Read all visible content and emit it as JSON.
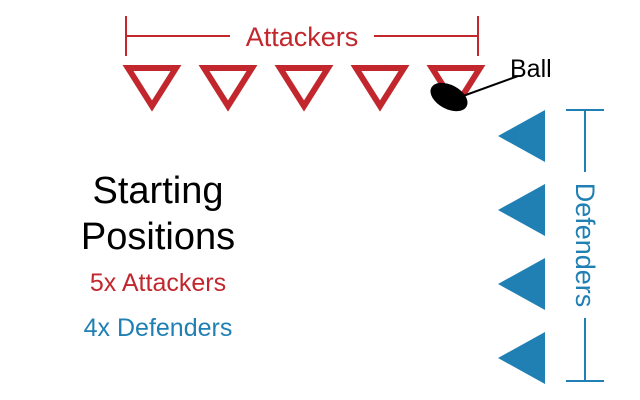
{
  "diagram": {
    "attackers_label": "Attackers",
    "defenders_label": "Defenders",
    "ball_label": "Ball",
    "title_lines": [
      "Starting",
      "Positions"
    ],
    "attacker_count_label": "5x Attackers",
    "defender_count_label": "4x Defenders",
    "attacker_count": 5,
    "defender_count": 4
  },
  "colors": {
    "attacker": "#c1272d",
    "defender": "#2080b4",
    "ball": "#000000",
    "text": "#000000"
  },
  "icons": {
    "attacker": "triangle-down-outline-icon",
    "defender": "triangle-left-filled-icon",
    "ball": "ellipse-ball-icon"
  }
}
